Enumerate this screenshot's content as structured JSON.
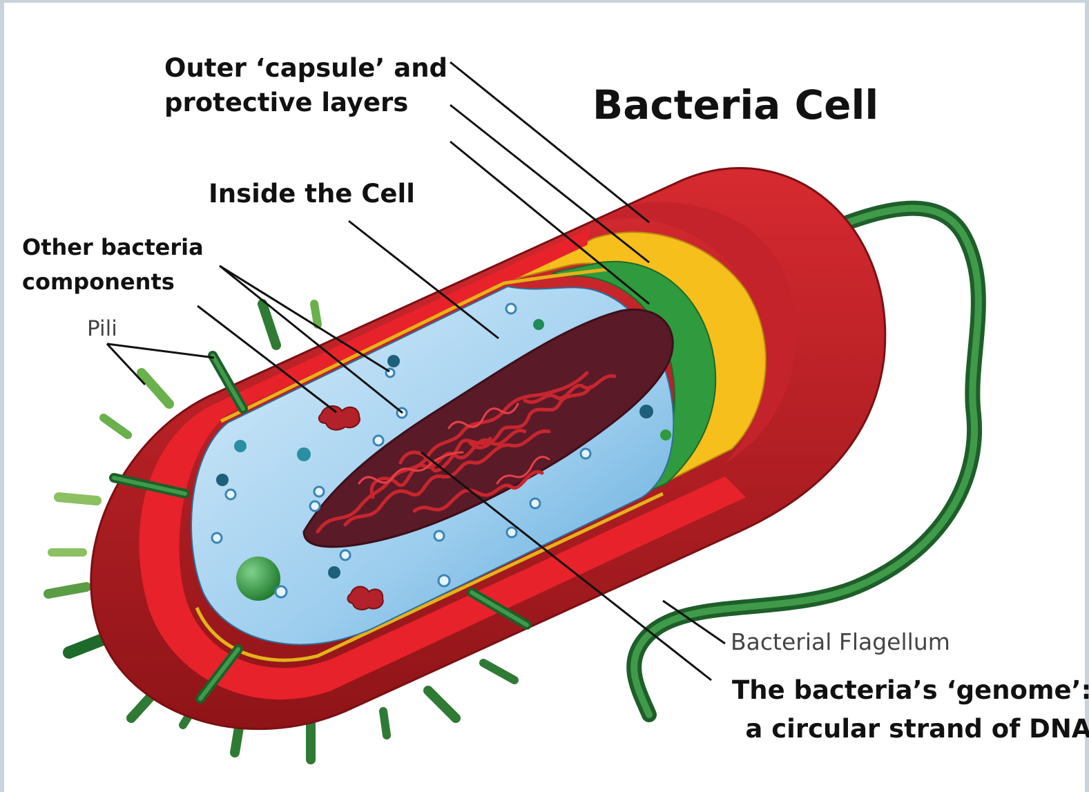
{
  "title": "Bacteria Cell",
  "labels": {
    "capsule": [
      "Outer ‘capsule’ and",
      "protective layers"
    ],
    "inside": "Inside the Cell",
    "components": [
      "Other bacteria",
      "components"
    ],
    "pili": "Pili",
    "flagellum": "Bacterial Flagellum",
    "genome": [
      "The bacteria’s ‘genome’:",
      "a circular strand of DNA"
    ]
  },
  "colors": {
    "capsule": "#c0202a",
    "cell_wall": "#e8222a",
    "membrane_yellow": "#f7bf1c",
    "membrane_green": "#2f9a3e",
    "cytoplasm": "#9fd0ef",
    "dna": "#b3212a",
    "pili": "#2f7a34",
    "flagellum": "#256b30"
  }
}
